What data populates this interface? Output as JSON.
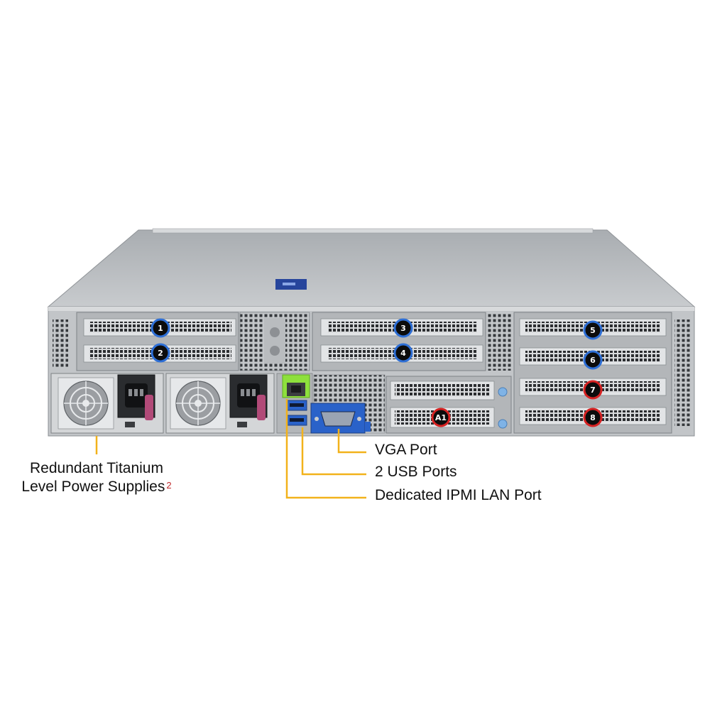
{
  "callouts": {
    "psu_line1": "Redundant Titanium",
    "psu_line2": "Level Power Supplies",
    "psu_footnote": "2",
    "vga": "VGA Port",
    "usb": "2 USB Ports",
    "ipmi": "Dedicated IPMI LAN Port"
  },
  "slot_badges": [
    {
      "label": "1",
      "color": "blue"
    },
    {
      "label": "2",
      "color": "blue"
    },
    {
      "label": "3",
      "color": "blue"
    },
    {
      "label": "4",
      "color": "blue"
    },
    {
      "label": "5",
      "color": "blue"
    },
    {
      "label": "6",
      "color": "blue"
    },
    {
      "label": "7",
      "color": "red"
    },
    {
      "label": "8",
      "color": "red"
    },
    {
      "label": "A1",
      "color": "red"
    }
  ],
  "colors": {
    "callout_line": "#f2b21b",
    "badge_blue_ring": "#2e6fd6",
    "badge_red_ring": "#d62222",
    "badge_fill": "#0c0c0c",
    "lan_highlight": "#8ee03c",
    "vga_blue": "#2a62c9",
    "usb_blue": "#2a62c9",
    "chassis_grey": "#b6b9bc"
  }
}
